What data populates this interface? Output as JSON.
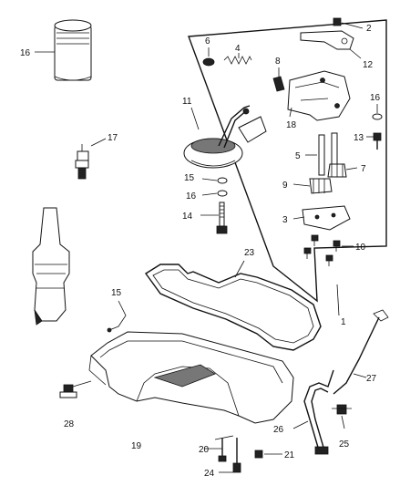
{
  "callouts": {
    "c1": "1",
    "c2": "2",
    "c3": "3",
    "c4": "4",
    "c5": "5",
    "c6": "6",
    "c7": "7",
    "c8": "8",
    "c9": "9",
    "c10": "10",
    "c11": "11",
    "c12": "12",
    "c13": "13",
    "c14": "14",
    "c15a": "15",
    "c15b": "15",
    "c16a": "16",
    "c16b": "16",
    "c16c": "16",
    "c17": "17",
    "c18": "18",
    "c19": "19",
    "c20": "20",
    "c21": "21",
    "c23": "23",
    "c24": "24",
    "c25": "25",
    "c26": "26",
    "c27": "27",
    "c28": "28"
  }
}
